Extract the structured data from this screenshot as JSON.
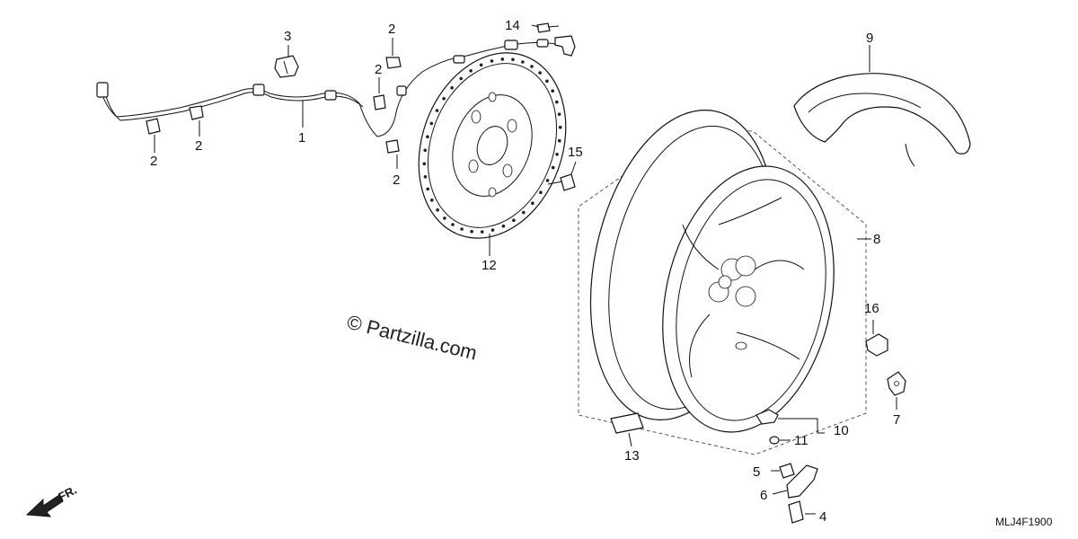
{
  "callouts": {
    "c1": "1",
    "c2a": "2",
    "c2b": "2",
    "c2c": "2",
    "c2d": "2",
    "c2e": "2",
    "c3": "3",
    "c4": "4",
    "c5": "5",
    "c6": "6",
    "c7": "7",
    "c8": "8",
    "c9": "9",
    "c10": "10",
    "c11": "11",
    "c12": "12",
    "c13": "13",
    "c14": "14",
    "c15": "15",
    "c16": "16"
  },
  "watermark": "© Partzilla.com",
  "front_indicator": "FR.",
  "diagram_code": "MLJ4F1900"
}
